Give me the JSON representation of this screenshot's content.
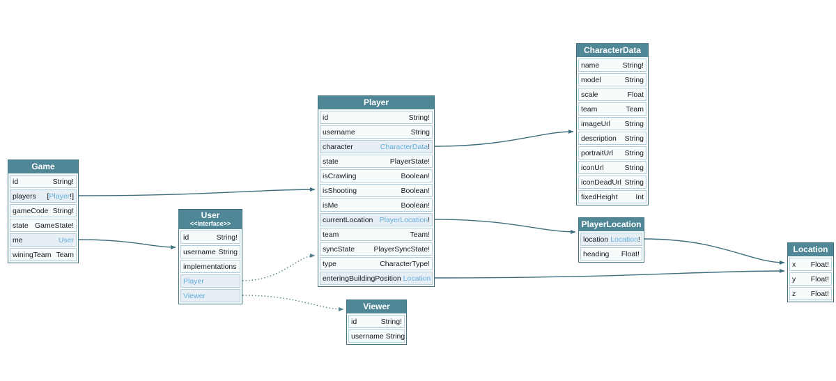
{
  "diagram_type": "graphql-schema-diagram",
  "colors": {
    "header_bg": "#4f8796",
    "node_border": "#3f717f",
    "row_border": "#aecfda",
    "row_bg": "#f7fbfc",
    "row_linked_bg": "#e7eff5",
    "link_text": "#64aede",
    "edge_solid": "#3e6e7d",
    "edge_dotted": "#54808e",
    "background": "#ffffff"
  },
  "nodes": [
    {
      "id": "Game",
      "title": "Game",
      "fields": [
        {
          "name": "id",
          "type": "String!"
        },
        {
          "name": "players",
          "type_prefix": "[",
          "link": "Player",
          "type_suffix": "!]"
        },
        {
          "name": "gameCode",
          "type": "String!"
        },
        {
          "name": "state",
          "type": "GameState!"
        },
        {
          "name": "me",
          "link": "User"
        },
        {
          "name": "winingTeam",
          "type": "Team"
        }
      ]
    },
    {
      "id": "User",
      "title": "User",
      "subtitle": "<<interface>>",
      "fields": [
        {
          "name": "id",
          "type": "String!"
        },
        {
          "name": "username",
          "type": "String"
        },
        {
          "name": "implementations"
        },
        {
          "name": "Player",
          "name_is_link": true
        },
        {
          "name": "Viewer",
          "name_is_link": true
        }
      ]
    },
    {
      "id": "Player",
      "title": "Player",
      "fields": [
        {
          "name": "id",
          "type": "String!"
        },
        {
          "name": "username",
          "type": "String"
        },
        {
          "name": "character",
          "link": "CharacterData",
          "type_suffix": "!"
        },
        {
          "name": "state",
          "type": "PlayerState!"
        },
        {
          "name": "isCrawling",
          "type": "Boolean!"
        },
        {
          "name": "isShooting",
          "type": "Boolean!"
        },
        {
          "name": "isMe",
          "type": "Boolean!"
        },
        {
          "name": "currentLocation",
          "link": "PlayerLocation",
          "type_suffix": "!"
        },
        {
          "name": "team",
          "type": "Team!"
        },
        {
          "name": "syncState",
          "type": "PlayerSyncState!"
        },
        {
          "name": "type",
          "type": "CharacterType!"
        },
        {
          "name": "enteringBuildingPosition",
          "link": "Location"
        }
      ]
    },
    {
      "id": "CharacterData",
      "title": "CharacterData",
      "fields": [
        {
          "name": "name",
          "type": "String!"
        },
        {
          "name": "model",
          "type": "String"
        },
        {
          "name": "scale",
          "type": "Float"
        },
        {
          "name": "team",
          "type": "Team"
        },
        {
          "name": "imageUrl",
          "type": "String"
        },
        {
          "name": "description",
          "type": "String"
        },
        {
          "name": "portraitUrl",
          "type": "String"
        },
        {
          "name": "iconUrl",
          "type": "String"
        },
        {
          "name": "iconDeadUrl",
          "type": "String"
        },
        {
          "name": "fixedHeight",
          "type": "Int"
        }
      ]
    },
    {
      "id": "PlayerLocation",
      "title": "PlayerLocation",
      "fields": [
        {
          "name": "location",
          "link": "Location",
          "type_suffix": "!"
        },
        {
          "name": "heading",
          "type": "Float!"
        }
      ]
    },
    {
      "id": "Location",
      "title": "Location",
      "fields": [
        {
          "name": "x",
          "type": "Float!"
        },
        {
          "name": "y",
          "type": "Float!"
        },
        {
          "name": "z",
          "type": "Float!"
        }
      ]
    },
    {
      "id": "Viewer",
      "title": "Viewer",
      "fields": [
        {
          "name": "id",
          "type": "String!"
        },
        {
          "name": "username",
          "type": "String"
        }
      ]
    }
  ],
  "edges": [
    {
      "from": "Game.players",
      "to": "Player",
      "style": "solid"
    },
    {
      "from": "Game.me",
      "to": "User",
      "style": "solid"
    },
    {
      "from": "Player.character",
      "to": "CharacterData",
      "style": "solid"
    },
    {
      "from": "Player.currentLocation",
      "to": "PlayerLocation",
      "style": "solid"
    },
    {
      "from": "Player.enteringBuildingPosition",
      "to": "Location",
      "style": "solid"
    },
    {
      "from": "PlayerLocation.location",
      "to": "Location",
      "style": "solid"
    },
    {
      "from": "User.Player",
      "to": "Player",
      "style": "dotted"
    },
    {
      "from": "User.Viewer",
      "to": "Viewer",
      "style": "dotted"
    }
  ]
}
